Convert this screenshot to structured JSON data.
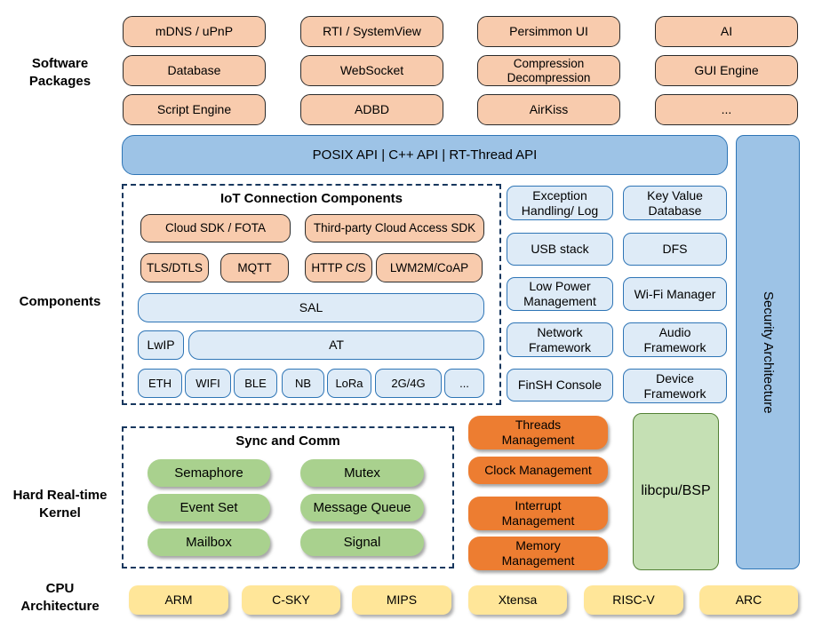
{
  "left_labels": {
    "software_packages": "Software\nPackages",
    "components": "Components",
    "kernel": "Hard Real-time\nKernel",
    "cpu": "CPU\nArchitecture"
  },
  "software_packages": [
    "mDNS / uPnP",
    "RTI / SystemView",
    "Persimmon UI",
    "AI",
    "Database",
    "WebSocket",
    "Compression\nDecompression",
    "GUI Engine",
    "Script Engine",
    "ADBD",
    "AirKiss",
    "..."
  ],
  "api_bar": "POSIX API | C++ API | RT-Thread API",
  "security_bar": "Security Architecture",
  "iot": {
    "title": "IoT Connection Components",
    "row1": [
      "Cloud SDK / FOTA",
      "Third-party Cloud Access SDK"
    ],
    "row2": [
      "TLS/DTLS",
      "MQTT",
      "HTTP C/S",
      "LWM2M/CoAP"
    ],
    "sal": "SAL",
    "lwip": "LwIP",
    "at": "AT",
    "links": [
      "ETH",
      "WIFI",
      "BLE",
      "NB",
      "LoRa",
      "2G/4G",
      "..."
    ]
  },
  "component_boxes": [
    "Exception\nHandling/ Log",
    "Key Value\nDatabase",
    "USB stack",
    "DFS",
    "Low Power\nManagement",
    "Wi-Fi Manager",
    "Network\nFramework",
    "Audio\nFramework",
    "FinSH Console",
    "Device\nFramework"
  ],
  "kernel": {
    "sync_title": "Sync and Comm",
    "sync_items": [
      "Semaphore",
      "Mutex",
      "Event Set",
      "Message Queue",
      "Mailbox",
      "Signal"
    ],
    "mgmt_items": [
      "Threads\nManagement",
      "Clock Management",
      "Interrupt\nManagement",
      "Memory\nManagement"
    ],
    "libcpu": "libcpu/BSP"
  },
  "cpu_items": [
    "ARM",
    "C-SKY",
    "MIPS",
    "Xtensa",
    "RISC-V",
    "ARC"
  ],
  "colors": {
    "peach": "#F8CBAD",
    "blue": "#9DC3E6",
    "blue_border": "#2E75B6",
    "light_blue": "#DEEBF7",
    "green": "#A9D18E",
    "light_green": "#C5E0B4",
    "green_border": "#538135",
    "orange": "#ED7D31",
    "yellow": "#FFE699",
    "dash_border": "#17375E"
  }
}
